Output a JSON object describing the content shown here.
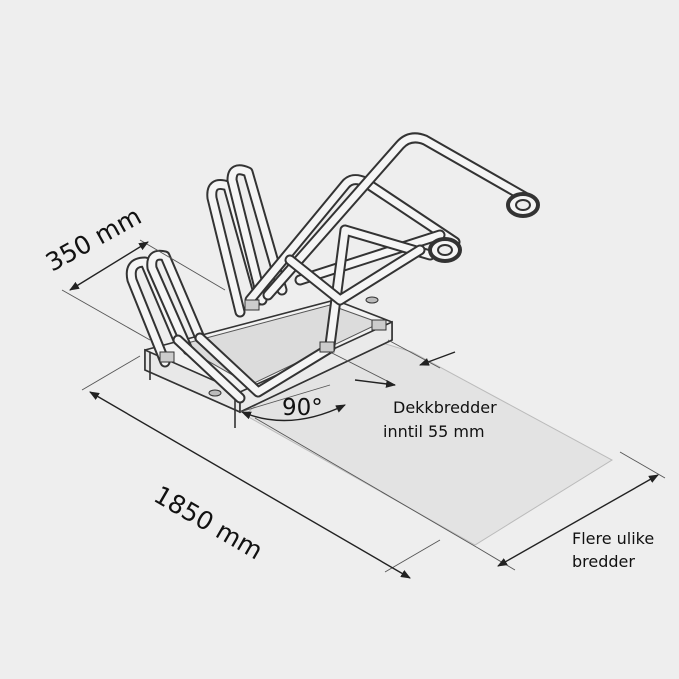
{
  "diagram": {
    "dimension_width": "350 mm",
    "dimension_length": "1850 mm",
    "angle": "90°",
    "tire_width_line1": "Dekkbredder",
    "tire_width_line2": "inntil 55 mm",
    "variants_line1": "Flere ulike",
    "variants_line2": "bredder"
  },
  "colors": {
    "background": "#eeeeee",
    "rack_outline": "#333333",
    "rack_fill": "#f5f5f5",
    "floor_area": "#e3e3e3"
  }
}
